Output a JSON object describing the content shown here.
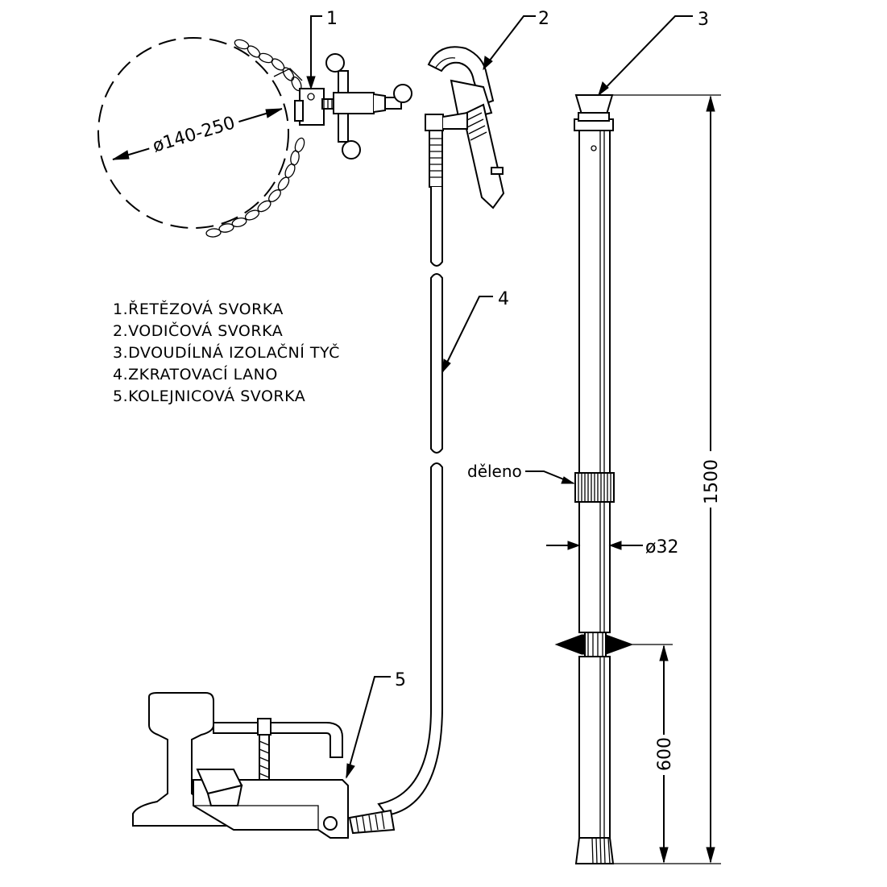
{
  "callouts": {
    "c1": "1",
    "c2": "2",
    "c3": "3",
    "c4": "4",
    "c5": "5"
  },
  "legend": [
    "1.ŘETĚZOVÁ SVORKA",
    "2.VODIČOVÁ SVORKA",
    "3.DVOUDÍLNÁ IZOLAČNÍ TYČ",
    "4.ZKRATOVACÍ LANO",
    "5.KOLEJNICOVÁ SVORKA"
  ],
  "dimensions": {
    "chain_diameter": "ø140-250",
    "rod_diameter": "ø32",
    "total_length": "1500",
    "lower_length": "600",
    "split_note": "děleno"
  }
}
